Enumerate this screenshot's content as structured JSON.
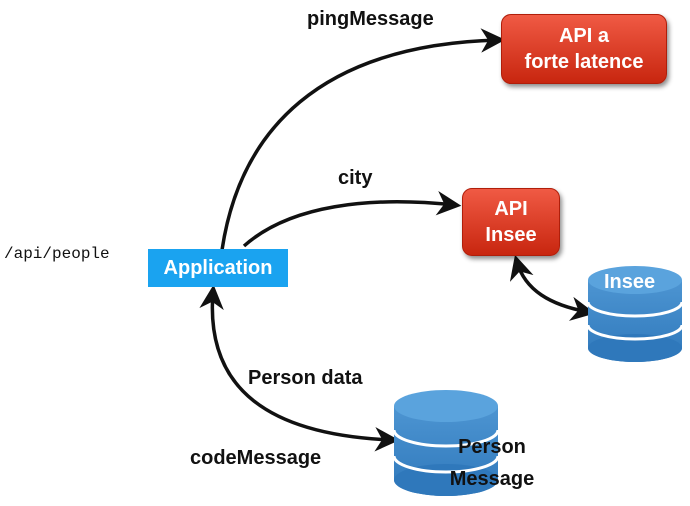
{
  "endpoint": "/api/people",
  "application": "Application",
  "api_latence": {
    "line1": "API a",
    "line2": "forte latence"
  },
  "api_insee": {
    "line1": "API",
    "line2": "Insee"
  },
  "db_insee": "Insee",
  "db_person": {
    "line1": "Person",
    "line2": "Message"
  },
  "edges": {
    "ping": "pingMessage",
    "city": "city",
    "person_data": "Person data",
    "code_message": "codeMessage"
  },
  "colors": {
    "application": "#1aa3f0",
    "api_box": "#d93a24",
    "database": "#3f88c8"
  }
}
